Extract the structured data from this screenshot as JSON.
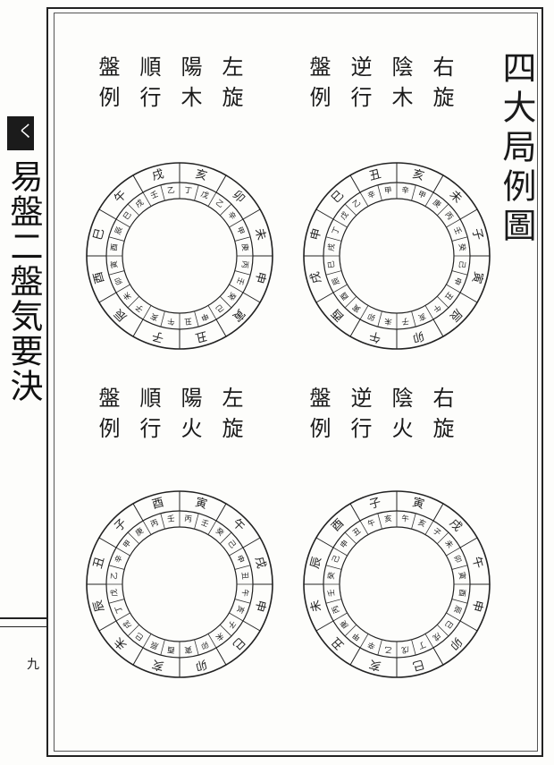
{
  "spine": {
    "tab_mark": "く",
    "title": "易盤二盤気要決",
    "page_number": "九"
  },
  "title": "四大局例圖",
  "diagrams": [
    {
      "id": "tl",
      "label_rows": [
        [
          "盤",
          "順",
          "陽",
          "左"
        ],
        [
          "例",
          "行",
          "木",
          "旋"
        ]
      ],
      "outer": [
        "亥",
        "卯",
        "未",
        "申",
        "寅",
        "丑",
        "子",
        "辰",
        "酉",
        "巳",
        "午",
        "戌"
      ],
      "inner": [
        "丁",
        "戊",
        "乙",
        "辛",
        "甲",
        "庚",
        "丙",
        "壬",
        "癸",
        "己",
        "申",
        "丑",
        "午",
        "亥",
        "子",
        "未",
        "卯",
        "寅",
        "酉",
        "辰",
        "巳",
        "戌",
        "壬",
        "乙"
      ]
    },
    {
      "id": "tr",
      "label_rows": [
        [
          "盤",
          "逆",
          "陰",
          "右"
        ],
        [
          "例",
          "行",
          "木",
          "旋"
        ]
      ],
      "outer": [
        "亥",
        "未",
        "子",
        "寅",
        "辰",
        "卯",
        "午",
        "酉",
        "戌",
        "申",
        "巳",
        "丑"
      ],
      "inner": [
        "辛",
        "甲",
        "庚",
        "丙",
        "壬",
        "癸",
        "己",
        "申",
        "丑",
        "午",
        "亥",
        "子",
        "未",
        "卯",
        "寅",
        "酉",
        "辰",
        "巳",
        "戌",
        "丁",
        "戊",
        "乙",
        "辛",
        "甲"
      ]
    },
    {
      "id": "bl",
      "label_rows": [
        [
          "盤",
          "順",
          "陽",
          "左"
        ],
        [
          "例",
          "行",
          "火",
          "旋"
        ]
      ],
      "outer": [
        "寅",
        "午",
        "戌",
        "申",
        "巳",
        "卯",
        "亥",
        "未",
        "辰",
        "丑",
        "子",
        "酉"
      ],
      "inner": [
        "丙",
        "壬",
        "癸",
        "己",
        "申",
        "丑",
        "午",
        "亥",
        "子",
        "未",
        "卯",
        "寅",
        "酉",
        "辰",
        "巳",
        "戌",
        "丁",
        "戊",
        "乙",
        "辛",
        "甲",
        "庚",
        "丙",
        "壬"
      ]
    },
    {
      "id": "br",
      "label_rows": [
        [
          "盤",
          "逆",
          "陰",
          "右"
        ],
        [
          "例",
          "行",
          "火",
          "旋"
        ]
      ],
      "outer": [
        "寅",
        "戌",
        "午",
        "申",
        "卯",
        "巳",
        "亥",
        "丑",
        "未",
        "辰",
        "酉",
        "子"
      ],
      "inner": [
        "午",
        "亥",
        "子",
        "未",
        "卯",
        "寅",
        "酉",
        "辰",
        "巳",
        "戌",
        "丁",
        "戊",
        "乙",
        "辛",
        "甲",
        "庚",
        "丙",
        "壬",
        "癸",
        "己",
        "申",
        "丑",
        "午",
        "亥"
      ]
    }
  ]
}
